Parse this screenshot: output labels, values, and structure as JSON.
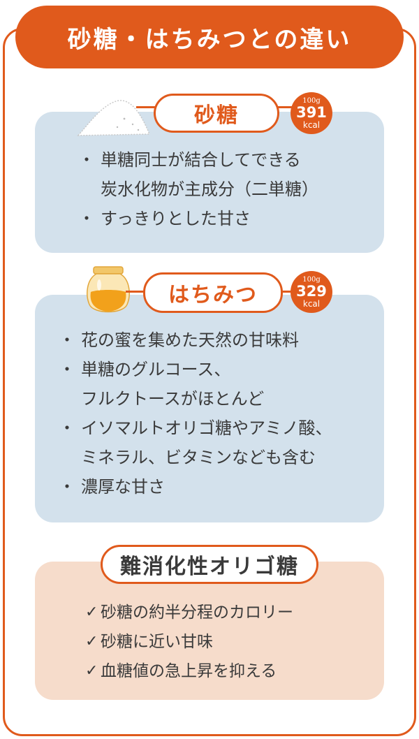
{
  "title": "砂糖・はちみつとの違い",
  "sugar": {
    "label": "砂糖",
    "kcal": {
      "per": "100g",
      "value": "391",
      "unit": "kcal"
    },
    "icon": "sugar-pile-icon",
    "bullets": [
      {
        "lines": [
          "単糖同士が結合してできる",
          "炭水化物が主成分（二単糖）"
        ]
      },
      {
        "lines": [
          "すっきりとした甘さ"
        ]
      }
    ]
  },
  "honey": {
    "label": "はちみつ",
    "kcal": {
      "per": "100g",
      "value": "329",
      "unit": "kcal"
    },
    "icon": "honey-jar-icon",
    "bullets": [
      {
        "lines": [
          "花の蜜を集めた天然の甘味料"
        ]
      },
      {
        "lines": [
          "単糖のグルコース、",
          "フルクトースがほとんど"
        ]
      },
      {
        "lines": [
          "イソマルトオリゴ糖やアミノ酸、",
          "ミネラル、ビタミンなども含む"
        ]
      },
      {
        "lines": [
          "濃厚な甘さ"
        ]
      }
    ]
  },
  "oligo": {
    "label": "難消化性オリゴ糖",
    "check_icon": "check-icon",
    "items": [
      "砂糖の約半分程のカロリー",
      "砂糖に近い甘味",
      "血糖値の急上昇を抑える"
    ]
  },
  "colors": {
    "accent": "#e05a1c",
    "panel_blue": "#d3e1ec",
    "panel_peach": "#f6dccb"
  }
}
